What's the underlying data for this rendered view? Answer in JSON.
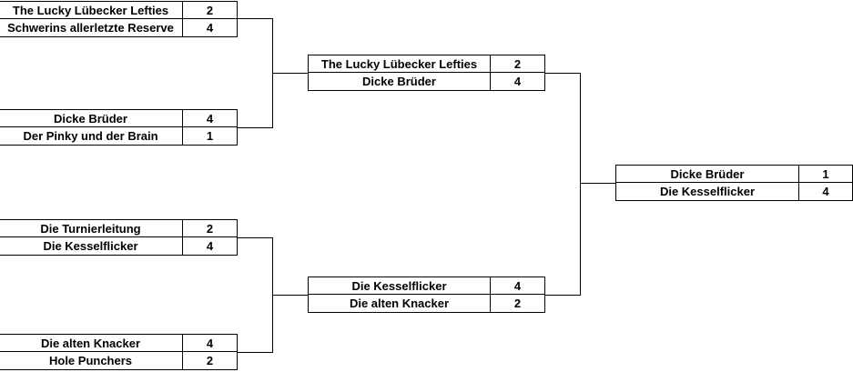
{
  "round1": [
    {
      "team1": "The Lucky Lübecker Lefties",
      "score1": "2",
      "team2": "Schwerins allerletzte Reserve",
      "score2": "4"
    },
    {
      "team1": "Dicke Brüder",
      "score1": "4",
      "team2": "Der Pinky und der Brain",
      "score2": "1"
    },
    {
      "team1": "Die Turnierleitung",
      "score1": "2",
      "team2": "Die Kesselflicker",
      "score2": "4"
    },
    {
      "team1": "Die alten Knacker",
      "score1": "4",
      "team2": "Hole Punchers",
      "score2": "2"
    }
  ],
  "round2": [
    {
      "team1": "The Lucky Lübecker Lefties",
      "score1": "2",
      "team2": "Dicke Brüder",
      "score2": "4"
    },
    {
      "team1": "Die Kesselflicker",
      "score1": "4",
      "team2": "Die alten Knacker",
      "score2": "2"
    }
  ],
  "final": [
    {
      "team1": "Dicke Brüder",
      "score1": "1",
      "team2": "Die Kesselflicker",
      "score2": "4"
    }
  ]
}
